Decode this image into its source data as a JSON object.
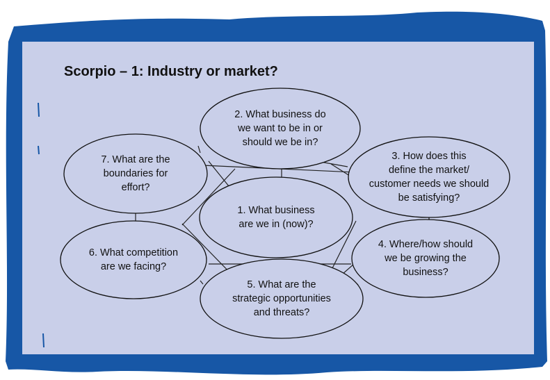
{
  "title": "Scorpio – 1: Industry or market?",
  "colors": {
    "border": "#1757a6",
    "panel": "#c9cfe9",
    "node_fill": "#c9cfe9",
    "node_stroke": "#111111",
    "ink": "#111111"
  },
  "diagram": {
    "center": {
      "lines": [
        "1. What business",
        "are we in (now)?"
      ]
    },
    "outer": [
      {
        "id": "n2",
        "lines": [
          "2. What business do",
          "we want to be in or",
          "should we be in?"
        ]
      },
      {
        "id": "n3",
        "lines": [
          "3. How does this",
          "define the market/",
          "customer needs we should",
          "be satisfying?"
        ]
      },
      {
        "id": "n4",
        "lines": [
          "4. Where/how should",
          "we be growing the",
          "business?"
        ]
      },
      {
        "id": "n5",
        "lines": [
          "5. What are the",
          "strategic opportunities",
          "and threats?"
        ]
      },
      {
        "id": "n6",
        "lines": [
          "6. What competition",
          "are we facing?"
        ]
      },
      {
        "id": "n7",
        "lines": [
          "7. What are the",
          "boundaries for",
          "effort?"
        ]
      }
    ]
  }
}
